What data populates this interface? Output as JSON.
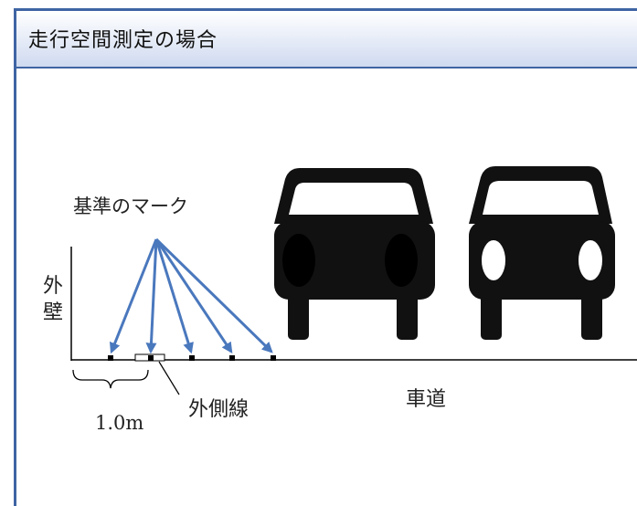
{
  "header": {
    "title": "走行空間測定の場合"
  },
  "labels": {
    "reference_marks": "基準のマーク",
    "outer_wall": "外壁",
    "distance": "1.0m",
    "edge_line": "外側線",
    "roadway": "車道"
  },
  "colors": {
    "frame_border": "#3e64a3",
    "header_gradient_end": "#cfdaf0",
    "arrow": "#4a78bd",
    "car": "#111111"
  }
}
